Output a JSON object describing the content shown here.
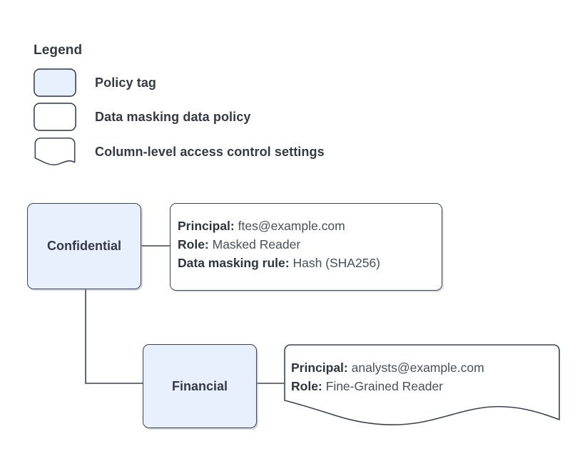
{
  "legend": {
    "title": "Legend",
    "items": [
      {
        "label": "Policy tag",
        "swatch": "policy-tag-swatch"
      },
      {
        "label": "Data masking data policy",
        "swatch": "data-policy-swatch"
      },
      {
        "label": "Column-level access control settings",
        "swatch": "column-access-swatch"
      }
    ]
  },
  "nodes": [
    {
      "id": "confidential",
      "label": "Confidential"
    },
    {
      "id": "financial",
      "label": "Financial"
    }
  ],
  "callouts": {
    "confidential": {
      "rows": [
        {
          "label": "Principal:",
          "value": "ftes@example.com"
        },
        {
          "label": "Role:",
          "value": "Masked Reader"
        },
        {
          "label": "Data masking rule:",
          "value": "Hash (SHA256)"
        }
      ]
    },
    "financial": {
      "rows": [
        {
          "label": "Principal:",
          "value": "analysts@example.com"
        },
        {
          "label": "Role:",
          "value": "Fine-Grained Reader"
        }
      ]
    }
  },
  "colors": {
    "node_fill": "#e8f0fe",
    "stroke": "#3b4252",
    "text": "#343a45",
    "value_text": "#4a5056",
    "background": "#ffffff"
  }
}
